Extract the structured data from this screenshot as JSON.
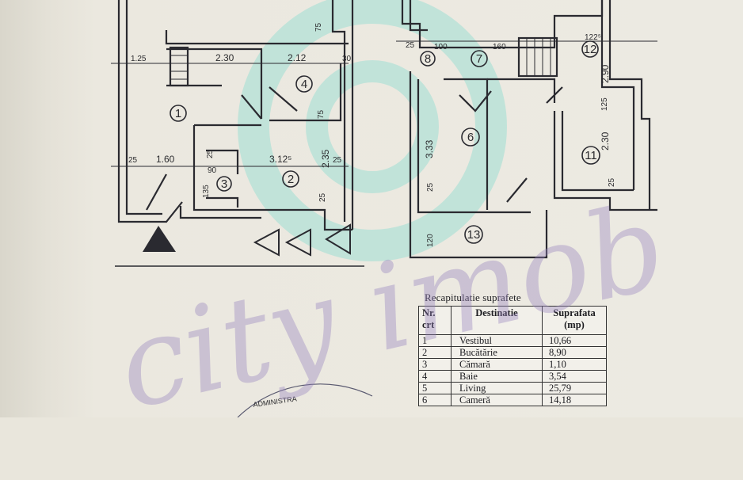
{
  "plan": {
    "dims": [
      "1.25",
      "2.30",
      "2.12",
      "30",
      "25",
      "1.60",
      "3.12⁵",
      "2.35",
      "25",
      "75",
      "75",
      "25",
      "25",
      "90",
      "135",
      "25",
      "100",
      "160",
      "122⁵",
      "2.90",
      "3.33",
      "25",
      "120",
      "125",
      "2.30",
      "25"
    ],
    "rooms": [
      "1",
      "2",
      "3",
      "4",
      "6",
      "7",
      "8",
      "11",
      "12",
      "13"
    ]
  },
  "table": {
    "title": "Recapitulatie suprafete",
    "headers": {
      "nr": "Nr. crt",
      "dest": "Destinatie",
      "supr": "Suprafata (mp)"
    },
    "rows": [
      {
        "nr": "1",
        "dest": "Vestibul",
        "supr": "10,66"
      },
      {
        "nr": "2",
        "dest": "Bucătărie",
        "supr": "8,90"
      },
      {
        "nr": "3",
        "dest": "Cămară",
        "supr": "1,10"
      },
      {
        "nr": "4",
        "dest": "Baie",
        "supr": "3,54"
      },
      {
        "nr": "5",
        "dest": "Living",
        "supr": "25,79"
      },
      {
        "nr": "6",
        "dest": "Cameră",
        "supr": "14,18"
      }
    ]
  },
  "watermark": {
    "text": "city imob"
  },
  "stamp": {
    "text": "ADMINISTRA"
  }
}
